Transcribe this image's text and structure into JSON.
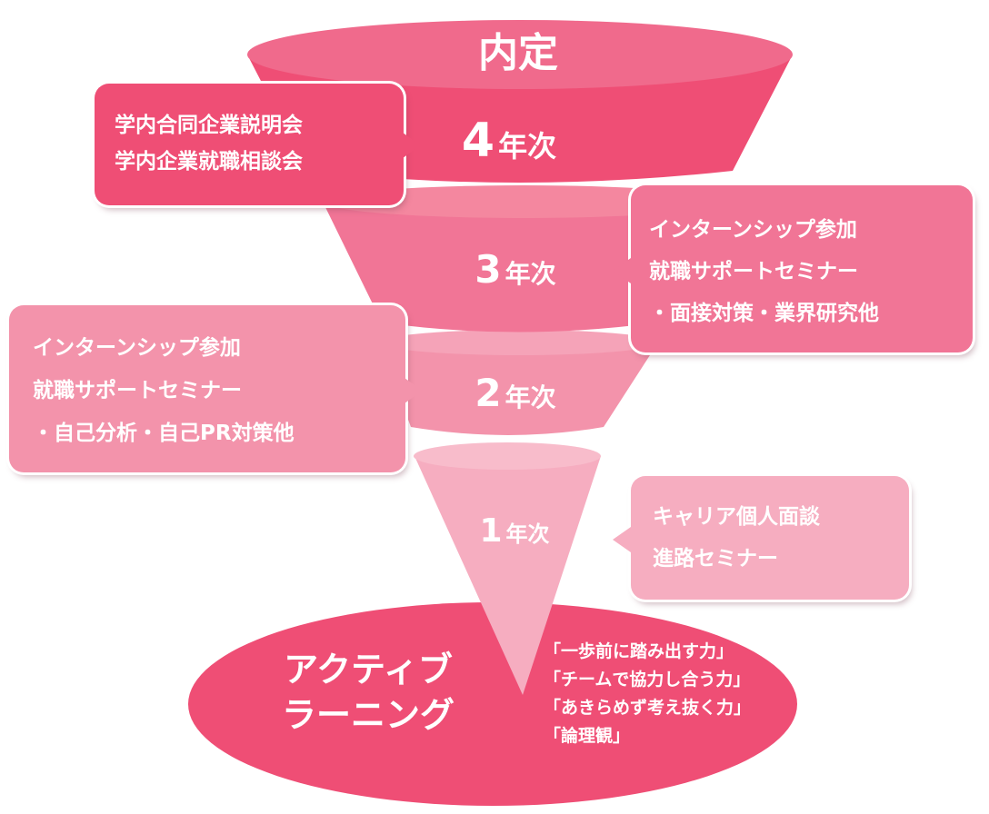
{
  "title": "内定",
  "tiers": [
    {
      "year": "4",
      "suffix": "年次",
      "color": "#ef4e75",
      "items": [
        "学内合同企業説明会",
        "学内企業就職相談会"
      ]
    },
    {
      "year": "3",
      "suffix": "年次",
      "color": "#f17596",
      "items": [
        "インターンシップ参加",
        "就職サポートセミナー",
        "・面接対策・業界研究他"
      ]
    },
    {
      "year": "2",
      "suffix": "年次",
      "color": "#f393ab",
      "items": [
        "インターンシップ参加",
        "就職サポートセミナー",
        "・自己分析・自己PR対策他"
      ]
    },
    {
      "year": "1",
      "suffix": "年次",
      "color": "#f6adc0",
      "items": [
        "キャリア個人面談",
        "進路セミナー"
      ]
    }
  ],
  "base": {
    "label_lines": [
      "アクティブ",
      "ラーニング"
    ],
    "skills": [
      "「一歩前に踏み出す力」",
      "「チームで協力し合う力」",
      "「あきらめず考え抜く力」",
      "「論理観」"
    ],
    "color": "#ef4e75"
  }
}
